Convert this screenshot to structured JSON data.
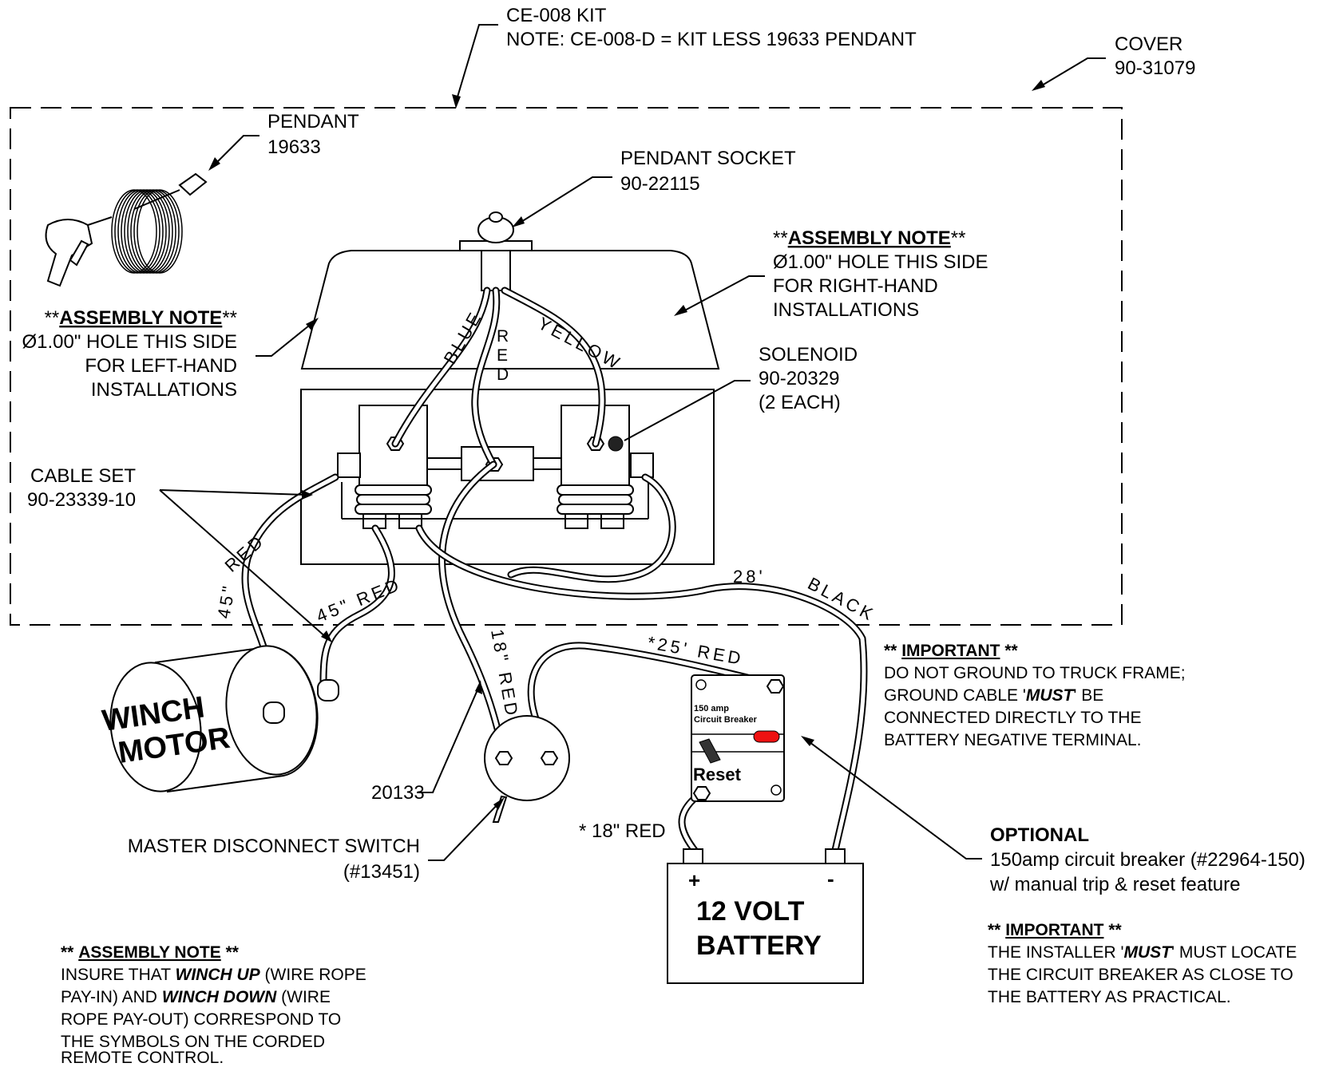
{
  "kit": {
    "line1": "CE-008 KIT",
    "line2": "NOTE:  CE-008-D = KIT LESS 19633 PENDANT"
  },
  "cover": {
    "line1": "COVER",
    "line2": "90-31079"
  },
  "pendant": {
    "line1": "PENDANT",
    "line2": "19633"
  },
  "socket": {
    "line1": "PENDANT SOCKET",
    "line2": "90-22115"
  },
  "assembly_right": {
    "stars_open": "**",
    "title": "ASSEMBLY NOTE",
    "stars_close": "**",
    "line1": "Ø1.00\" HOLE THIS SIDE",
    "line2": "FOR RIGHT-HAND",
    "line3": "INSTALLATIONS"
  },
  "assembly_left": {
    "stars_open": "**",
    "title": "ASSEMBLY NOTE",
    "stars_close": "**",
    "line1": "Ø1.00\" HOLE THIS SIDE",
    "line2": "FOR LEFT-HAND",
    "line3": "INSTALLATIONS"
  },
  "solenoid": {
    "line1": "SOLENOID",
    "line2": "90-20329",
    "line3": "(2 EACH)"
  },
  "cable_set": {
    "line1": "CABLE SET",
    "line2": "90-23339-10"
  },
  "wires": {
    "blue": "BLUE",
    "red_r": "R",
    "red_e": "E",
    "red_d": "D",
    "yellow": "YELLOW",
    "red_45_left": "RED",
    "len_45_left": "45\"",
    "red_45_mid": "45\" RED",
    "black_len": "28'",
    "black": "BLACK",
    "red_25": "*25' RED",
    "red_18": "18\" RED",
    "red_18_battery": "* 18\"  RED"
  },
  "motor": {
    "line1": "WINCH",
    "line2": "MOTOR"
  },
  "switch_part": "20133",
  "master_switch": {
    "line1": "MASTER DISCONNECT SWITCH",
    "line2": "(#13451)"
  },
  "breaker": {
    "line1": "150 amp",
    "line2": "Circuit Breaker",
    "reset": "Reset"
  },
  "battery": {
    "plus": "+",
    "minus": "-",
    "line1": "12 VOLT",
    "line2": "BATTERY"
  },
  "important_ground": {
    "stars_open": "**",
    "title": "IMPORTANT",
    "stars_close": "**",
    "line1": "DO NOT GROUND TO TRUCK FRAME;",
    "line2a": "GROUND CABLE '",
    "line2b": "MUST",
    "line2c": "' BE",
    "line3": "CONNECTED DIRECTLY TO THE",
    "line4": "BATTERY NEGATIVE TERMINAL."
  },
  "optional": {
    "title": "OPTIONAL",
    "line1": "150amp circuit breaker (#22964-150)",
    "line2": "w/ manual trip & reset feature"
  },
  "important_breaker": {
    "stars_open": "**",
    "title": "IMPORTANT",
    "stars_close": "**",
    "line1a": "THE INSTALLER '",
    "line1b": "MUST",
    "line1c": "' MUST LOCATE",
    "line2": "THE CIRCUIT BREAKER AS CLOSE TO",
    "line3": "THE BATTERY AS PRACTICAL."
  },
  "assembly_bottom": {
    "stars_open": "**",
    "title": "ASSEMBLY NOTE",
    "stars_close": "**",
    "line1a": "INSURE THAT ",
    "line1b": "WINCH UP",
    "line1c": " (WIRE ROPE",
    "line2a": "PAY-IN) AND ",
    "line2b": "WINCH DOWN",
    "line2c": " (WIRE",
    "line3": "ROPE PAY-OUT) CORRESPOND TO",
    "line4": "THE SYMBOLS ON THE CORDED",
    "line5": "REMOTE CONTROL."
  }
}
